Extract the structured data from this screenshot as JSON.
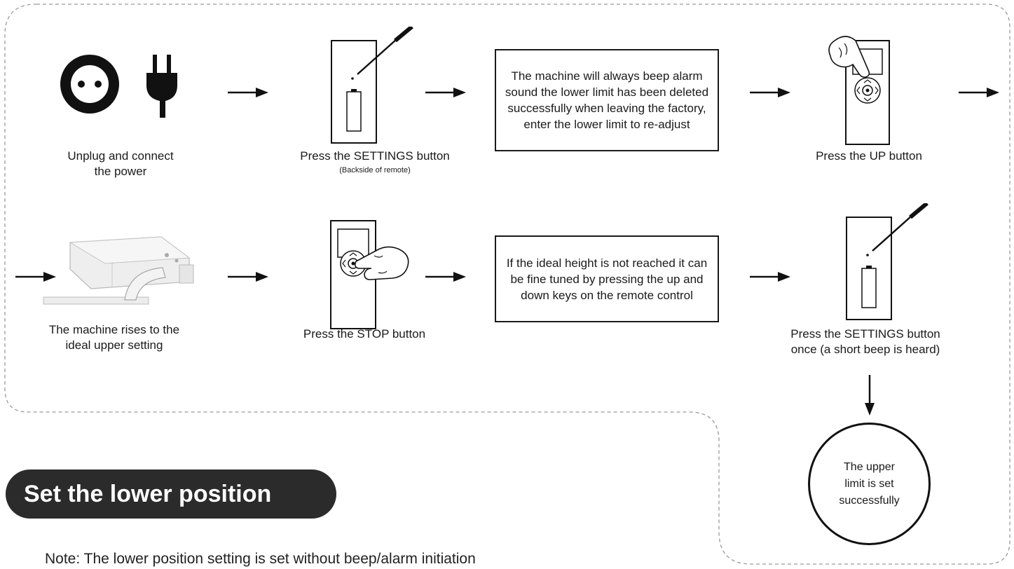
{
  "steps_row1": [
    {
      "label": "Unplug and connect\nthe power"
    },
    {
      "label": "Press the SETTINGS button",
      "sublabel": "(Backside of remote)"
    },
    {
      "box_text": "The machine will always beep alarm sound the lower limit has been deleted successfully when leaving the factory, enter the lower limit to re-adjust"
    },
    {
      "label": "Press the UP button"
    }
  ],
  "steps_row2": [
    {
      "label": "The machine rises to the\nideal upper setting"
    },
    {
      "label": "Press the STOP button"
    },
    {
      "box_text": "If the ideal height is not reached it can be fine tuned by pressing the up and down keys on the remote control"
    },
    {
      "label": "Press the SETTINGS button\nonce (a short beep is heard)"
    }
  ],
  "result": {
    "text": "The upper\nlimit is set\nsuccessfully"
  },
  "section": {
    "heading": "Set the lower position"
  },
  "note": "Note: The lower position setting is set without beep/alarm initiation",
  "colors": {
    "ink": "#1a1a1a",
    "heading_bg": "#2b2b2b",
    "dash": "#9a9a9a"
  }
}
